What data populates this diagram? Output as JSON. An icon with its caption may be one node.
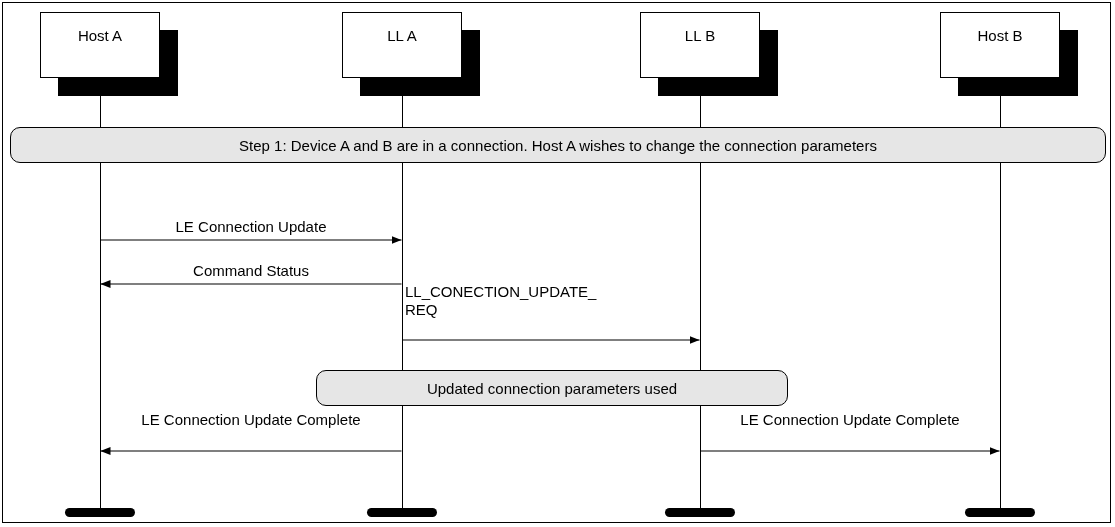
{
  "diagram": {
    "nodes": [
      {
        "text": [
          "Host A"
        ]
      },
      {
        "text": [
          "LL A"
        ]
      },
      {
        "text": [
          "LL B"
        ]
      },
      {
        "text": [
          "Host B"
        ]
      },
      {
        "text": [],
        "shape": "line"
      },
      {
        "text": [],
        "shape": "line"
      },
      {
        "text": [],
        "shape": "line"
      },
      {
        "text": [],
        "shape": "line"
      },
      {
        "text": [
          "Step 1: Device A and B are in a connection. Host A wishes to change the connection parameters"
        ]
      },
      {
        "text": [
          "Updated connection parameters used"
        ]
      },
      {
        "text": [],
        "shape": "bar"
      },
      {
        "text": [],
        "shape": "bar"
      },
      {
        "text": [],
        "shape": "bar"
      },
      {
        "text": [],
        "shape": "bar"
      }
    ],
    "edges": [
      {
        "from": 4,
        "to": 5,
        "arrow": "to",
        "label": "LE Connection Update"
      },
      {
        "from": 5,
        "to": 4,
        "arrow": "to",
        "label": "Command Status"
      },
      {
        "from": 5,
        "to": 6,
        "arrow": "to",
        "label": "LL_CONECTION_UPDATE_ REQ"
      },
      {
        "from": 5,
        "to": 4,
        "arrow": "to",
        "label": "LE Connection Update Complete"
      },
      {
        "from": 6,
        "to": 7,
        "arrow": "to",
        "label": "LE Connection Update Complete"
      }
    ]
  }
}
